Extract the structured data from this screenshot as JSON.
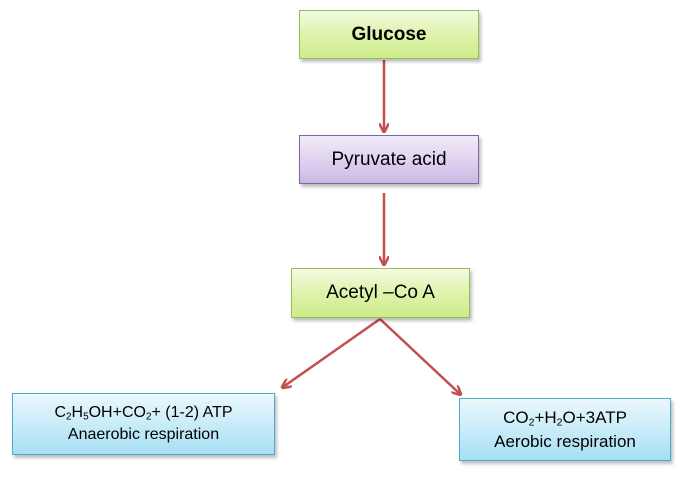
{
  "nodes": {
    "glucose": {
      "label": "Glucose"
    },
    "pyruvate": {
      "label": "Pyruvate acid"
    },
    "acetyl": {
      "label": "Acetyl –Co A"
    },
    "anaerobic": {
      "formula": [
        {
          "t": "C"
        },
        {
          "t": "2",
          "sub": true
        },
        {
          "t": "H"
        },
        {
          "t": "5",
          "sub": true
        },
        {
          "t": "OH+CO"
        },
        {
          "t": "2",
          "sub": true
        },
        {
          "t": "+ (1-2) ATP"
        }
      ],
      "label": "Anaerobic respiration"
    },
    "aerobic": {
      "formula": [
        {
          "t": "CO"
        },
        {
          "t": "2",
          "sub": true
        },
        {
          "t": "+H"
        },
        {
          "t": "2",
          "sub": true
        },
        {
          "t": "O+3ATP"
        }
      ],
      "label": "Aerobic respiration"
    }
  },
  "edges": [
    {
      "from": "glucose",
      "to": "pyruvate"
    },
    {
      "from": "pyruvate",
      "to": "acetyl"
    },
    {
      "from": "acetyl",
      "to": "anaerobic"
    },
    {
      "from": "acetyl",
      "to": "aerobic"
    }
  ],
  "colors": {
    "arrow": "#c0504d",
    "green_border": "#9bbb59",
    "purple_border": "#8064a2",
    "blue_border": "#4bacc6"
  }
}
